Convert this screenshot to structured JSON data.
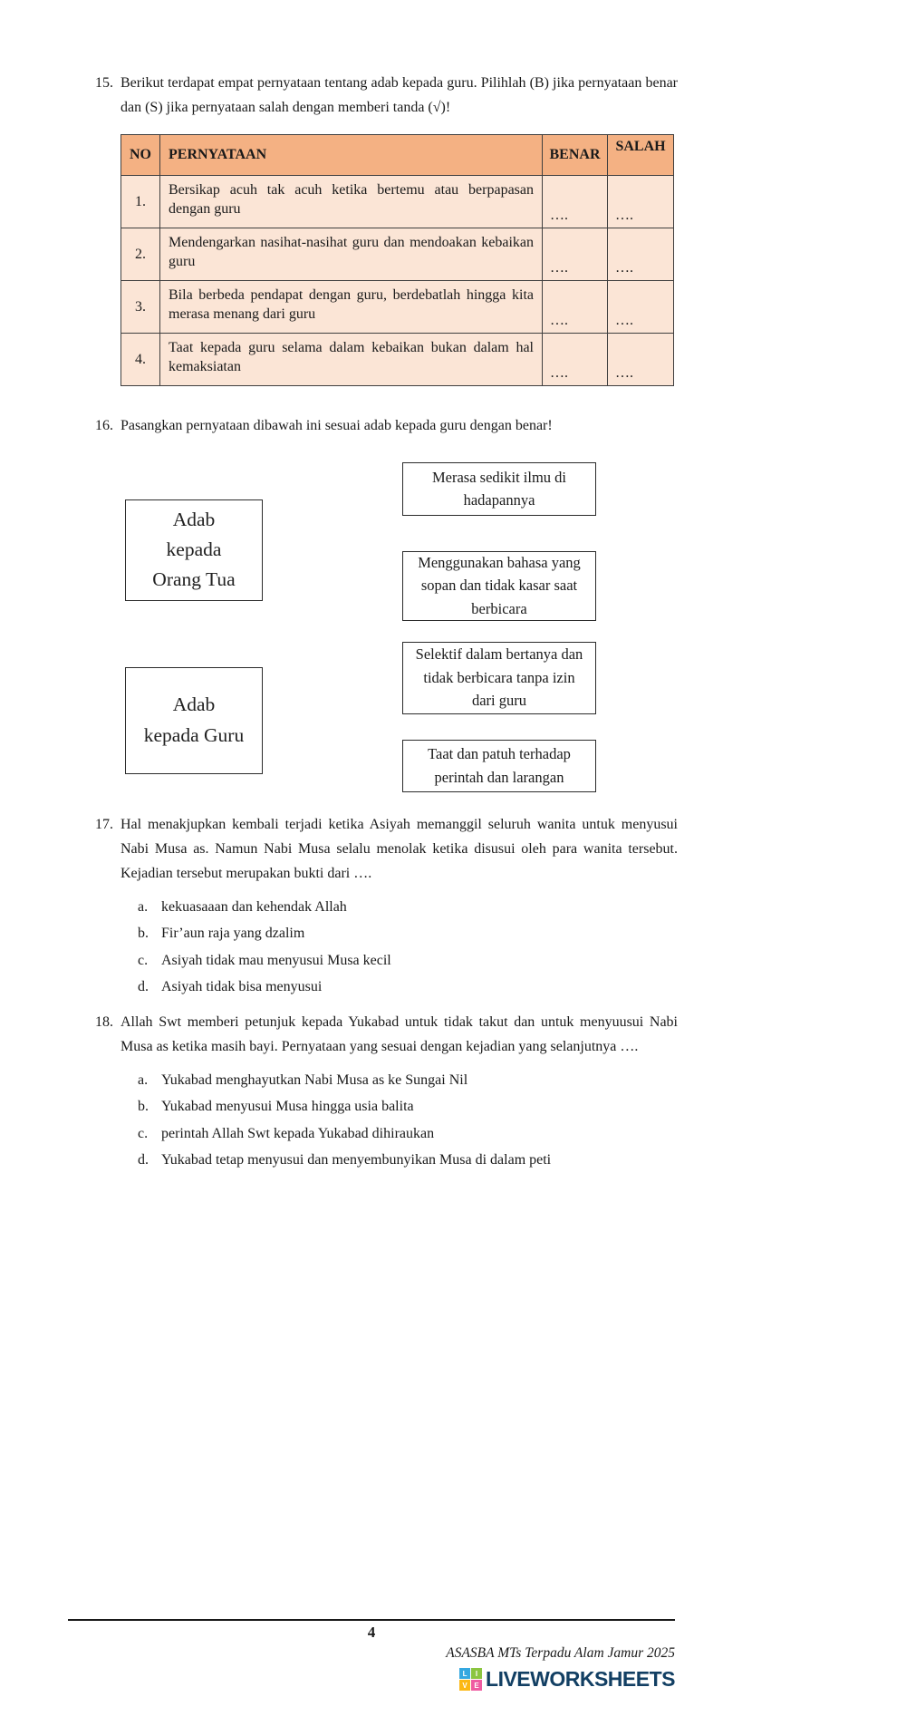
{
  "colors": {
    "table_header": "#f4b183",
    "table_row": "#fbe5d6",
    "brand_text": "#123f63"
  },
  "q15": {
    "number": "15.",
    "prompt": "Berikut terdapat empat pernyataan tentang adab kepada guru. Pilihlah (B) jika pernyataan benar dan (S) jika pernyataan salah dengan memberi tanda (√)!",
    "table": {
      "headers": [
        "NO",
        "PERNYATAAN",
        "BENAR",
        "SALAH"
      ],
      "rows": [
        {
          "no": "1.",
          "text": "Bersikap acuh tak acuh ketika bertemu atau berpapasan dengan guru",
          "benar": "….",
          "salah": "…."
        },
        {
          "no": "2.",
          "text": "Mendengarkan nasihat-nasihat guru dan mendoakan kebaikan guru",
          "benar": "….",
          "salah": "…."
        },
        {
          "no": "3.",
          "text": "Bila berbeda pendapat dengan guru, berdebatlah hingga kita merasa menang dari guru",
          "benar": "….",
          "salah": "…."
        },
        {
          "no": "4.",
          "text": "Taat kepada guru selama dalam kebaikan bukan dalam hal kemaksiatan",
          "benar": "….",
          "salah": "…."
        }
      ]
    }
  },
  "q16": {
    "number": "16.",
    "prompt": "Pasangkan pernyataan dibawah ini sesuai adab kepada guru dengan benar!",
    "left_boxes": [
      "Adab\nkepada\nOrang Tua",
      "Adab\nkepada Guru"
    ],
    "right_boxes": [
      "Merasa sedikit ilmu di\nhadapannya",
      "Menggunakan bahasa yang\nsopan dan tidak kasar saat\nberbicara",
      "Selektif dalam bertanya dan\ntidak berbicara tanpa izin\ndari guru",
      "Taat dan patuh terhadap\nperintah dan larangan"
    ]
  },
  "q17": {
    "number": "17.",
    "prompt": "Hal menakjupkan kembali terjadi ketika Asiyah memanggil seluruh wanita untuk menyusui Nabi Musa as. Namun Nabi Musa selalu menolak ketika disusui oleh para wanita tersebut. Kejadian tersebut merupakan bukti dari ….",
    "options": [
      {
        "letter": "a.",
        "text": "kekuasaaan dan kehendak Allah"
      },
      {
        "letter": "b.",
        "text": "Fir’aun raja yang dzalim"
      },
      {
        "letter": "c.",
        "text": "Asiyah tidak mau menyusui Musa kecil"
      },
      {
        "letter": "d.",
        "text": "Asiyah tidak bisa menyusui"
      }
    ]
  },
  "q18": {
    "number": "18.",
    "prompt": "Allah Swt memberi petunjuk kepada Yukabad untuk tidak takut dan untuk menyuusui Nabi Musa as ketika masih bayi. Pernyataan yang sesuai dengan kejadian yang selanjutnya ….",
    "options": [
      {
        "letter": "a.",
        "text": "Yukabad menghayutkan Nabi Musa as ke Sungai Nil"
      },
      {
        "letter": "b.",
        "text": "Yukabad menyusui Musa hingga usia balita"
      },
      {
        "letter": "c.",
        "text": "perintah Allah Swt kepada Yukabad dihiraukan"
      },
      {
        "letter": "d.",
        "text": "Yukabad tetap menyusui dan menyembunyikan Musa di dalam peti"
      }
    ]
  },
  "footer": {
    "page_number": "4",
    "credit": "ASASBA MTs Terpadu Alam Jamur 2025",
    "brand": "LIVEWORKSHEETS",
    "brand_tiles": [
      {
        "letter": "L",
        "color": "#35a8e0"
      },
      {
        "letter": "I",
        "color": "#8bc540"
      },
      {
        "letter": "V",
        "color": "#fcb814"
      },
      {
        "letter": "E",
        "color": "#ef5ba1"
      }
    ]
  }
}
